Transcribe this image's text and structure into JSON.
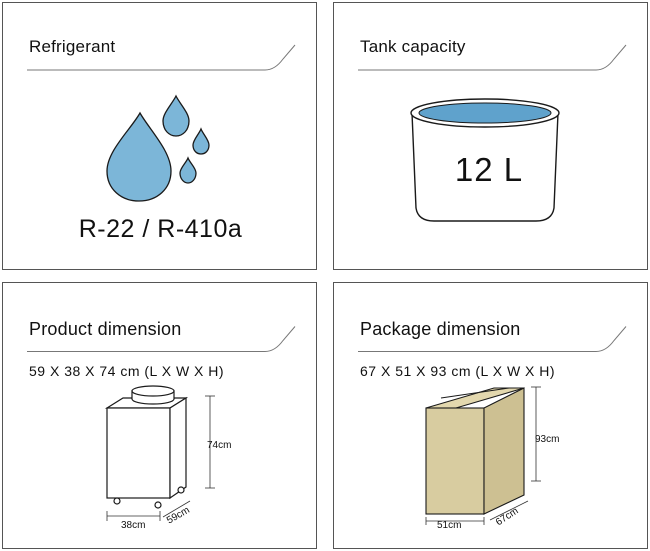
{
  "refrigerant": {
    "title": "Refrigerant",
    "value": "R-22 / R-410a",
    "icon": "water-drops-icon",
    "accent_color": "#7cb6d8"
  },
  "tank": {
    "title": "Tank capacity",
    "value": "12 L",
    "icon": "tank-icon",
    "water_color": "#5fa2cc"
  },
  "product": {
    "title": "Product dimension",
    "dims": "59 X 38 X 74 cm (L X W X H)",
    "height_label": "74cm",
    "width_label": "38cm",
    "depth_label": "59cm",
    "icon": "dehumidifier-unit-icon"
  },
  "package": {
    "title": "Package dimension",
    "dims": "67 X 51 X 93 cm (L X W X H)",
    "height_label": "93cm",
    "width_label": "51cm",
    "depth_label": "67cm",
    "icon": "carton-box-icon",
    "box_color": "#d8cca0"
  }
}
